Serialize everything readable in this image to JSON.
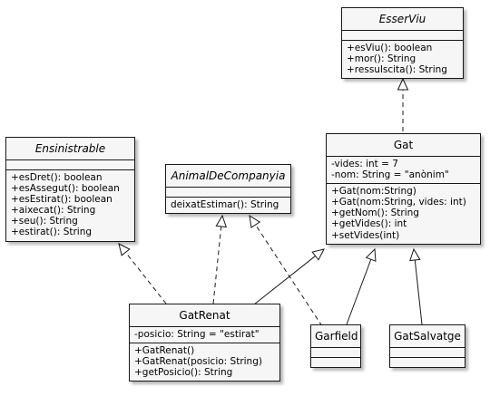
{
  "classes": {
    "esserviu": {
      "name": "EsserViu",
      "abstract": true,
      "attributes": [],
      "methods": [
        "+esViu(): boolean",
        "+mor(): String",
        "+ressulscita(): String"
      ]
    },
    "ensinistrable": {
      "name": "Ensinistrable",
      "abstract": true,
      "attributes": [],
      "methods": [
        "+esDret(): boolean",
        "+esAssegut(): boolean",
        "+esEstirat(): boolean",
        "+aixecat(): String",
        "+seu(): String",
        "+estirat(): String"
      ]
    },
    "animal": {
      "name": "AnimalDeCompanyia",
      "abstract": true,
      "attributes": [],
      "methods": [
        "deixatEstimar(): String"
      ]
    },
    "gat": {
      "name": "Gat",
      "abstract": false,
      "attributes": [
        "-vides: int = 7",
        "-nom: String = \"anònim\""
      ],
      "methods": [
        "+Gat(nom:String)",
        "+Gat(nom:String, vides: int)",
        "+getNom(): String",
        "+getVides(): int",
        "+setVides(int)"
      ]
    },
    "gatrenat": {
      "name": "GatRenat",
      "abstract": false,
      "attributes": [
        "-posicio: String = \"estirat\""
      ],
      "methods": [
        "+GatRenat()",
        "+GatRenat(posicio: String)",
        "+getPosicio(): String"
      ]
    },
    "garfield": {
      "name": "Garfield",
      "abstract": false,
      "attributes": [],
      "methods": []
    },
    "gatsalvatge": {
      "name": "GatSalvatge",
      "abstract": false,
      "attributes": [],
      "methods": []
    }
  },
  "relations": [
    {
      "from": "gat",
      "to": "esserviu",
      "kind": "realization"
    },
    {
      "from": "gatrenat",
      "to": "ensinistrable",
      "kind": "realization"
    },
    {
      "from": "gatrenat",
      "to": "animal",
      "kind": "realization"
    },
    {
      "from": "garfield",
      "to": "animal",
      "kind": "realization"
    },
    {
      "from": "gatrenat",
      "to": "gat",
      "kind": "generalization"
    },
    {
      "from": "garfield",
      "to": "gat",
      "kind": "generalization"
    },
    {
      "from": "gatsalvatge",
      "to": "gat",
      "kind": "generalization"
    }
  ]
}
